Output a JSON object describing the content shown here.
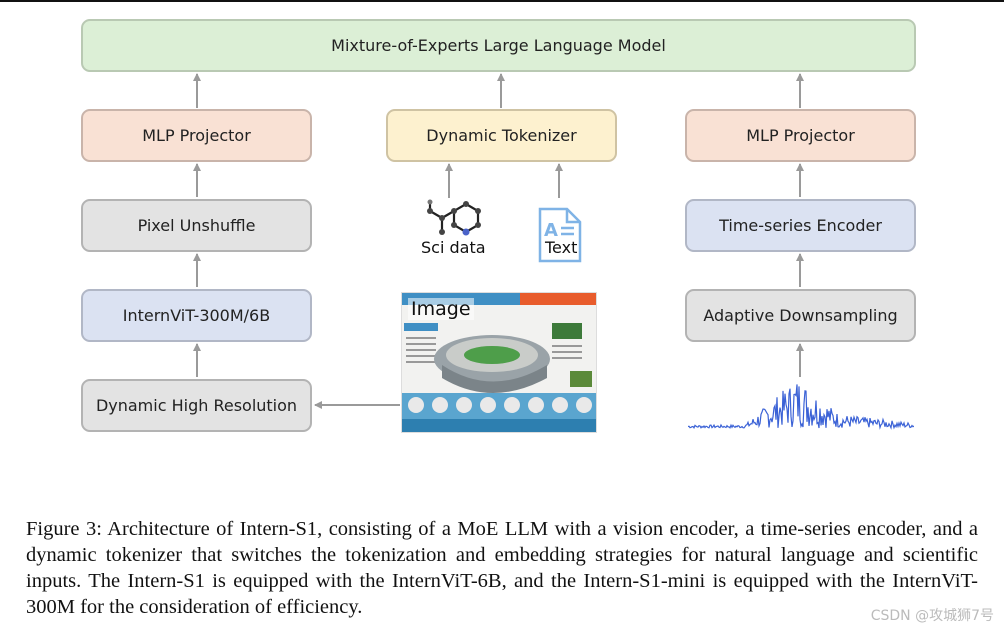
{
  "diagram": {
    "llm": "Mixture-of-Experts Large Language Model",
    "left": {
      "projector": "MLP Projector",
      "unshuffle": "Pixel Unshuffle",
      "vit": "InternViT-300M/6B",
      "dynres": "Dynamic High Resolution"
    },
    "center": {
      "tokenizer": "Dynamic Tokenizer",
      "sci_label": "Sci data",
      "text_label": "Text",
      "image_label": "Image"
    },
    "right": {
      "projector": "MLP Projector",
      "ts_encoder": "Time-series Encoder",
      "downsampling": "Adaptive Downsampling"
    },
    "icon_names": [
      "molecule-icon",
      "document-icon",
      "stadium-infographic-image",
      "waveform-signal"
    ],
    "colors": {
      "llm": "#dcefd6",
      "projector": "#f9e1d4",
      "tokenizer": "#fdf1cf",
      "gray_block": "#e3e3e3",
      "blue_block": "#dbe2f2",
      "waveform": "#3b62d6",
      "arrow": "#9a9a9a"
    }
  },
  "caption": "Figure 3: Architecture of Intern-S1, consisting of a MoE LLM with a vision encoder, a time-series encoder, and a dynamic tokenizer that switches the tokenization and embedding strategies for natural language and scientific inputs. The Intern-S1 is equipped with the InternViT-6B, and the Intern-S1-mini is equipped with the InternViT-300M for the consideration of efficiency.",
  "watermark": "CSDN @攻城狮7号"
}
